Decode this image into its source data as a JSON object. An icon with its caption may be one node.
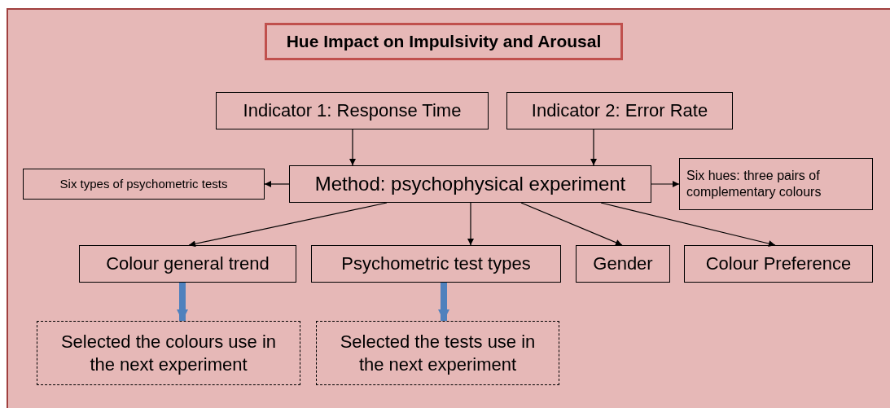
{
  "diagram": {
    "nodes": [
      {
        "text": [
          "Hue Impact on Impulsivity and Arousal"
        ]
      },
      {
        "text": [
          "Indicator 1: Response Time"
        ]
      },
      {
        "text": [
          "Indicator 2: Error Rate"
        ]
      },
      {
        "text": [
          "Method: psychophysical experiment"
        ]
      },
      {
        "text": [
          "Six types of psychometric tests"
        ]
      },
      {
        "text": [
          "Six hues: three pairs of complementary colours"
        ]
      },
      {
        "text": [
          "Colour general trend"
        ]
      },
      {
        "text": [
          "Psychometric test types"
        ]
      },
      {
        "text": [
          "Gender"
        ]
      },
      {
        "text": [
          "Colour Preference"
        ]
      },
      {
        "text": [
          "Selected the colours use in the next experiment"
        ]
      },
      {
        "text": [
          "Selected the tests use in the next experiment"
        ]
      }
    ],
    "edges": [
      {
        "from": 1,
        "to": 3,
        "arrow": "to"
      },
      {
        "from": 2,
        "to": 3,
        "arrow": "to"
      },
      {
        "from": 3,
        "to": 4,
        "arrow": "to"
      },
      {
        "from": 3,
        "to": 5,
        "arrow": "to"
      },
      {
        "from": 3,
        "to": 6,
        "arrow": "to"
      },
      {
        "from": 3,
        "to": 7,
        "arrow": "to"
      },
      {
        "from": 3,
        "to": 8,
        "arrow": "to"
      },
      {
        "from": 3,
        "to": 9,
        "arrow": "to"
      },
      {
        "from": 6,
        "to": 10,
        "arrow": "to",
        "style": "thick",
        "color": "#4f81bd"
      },
      {
        "from": 7,
        "to": 11,
        "arrow": "to",
        "style": "thick",
        "color": "#4f81bd"
      }
    ]
  }
}
